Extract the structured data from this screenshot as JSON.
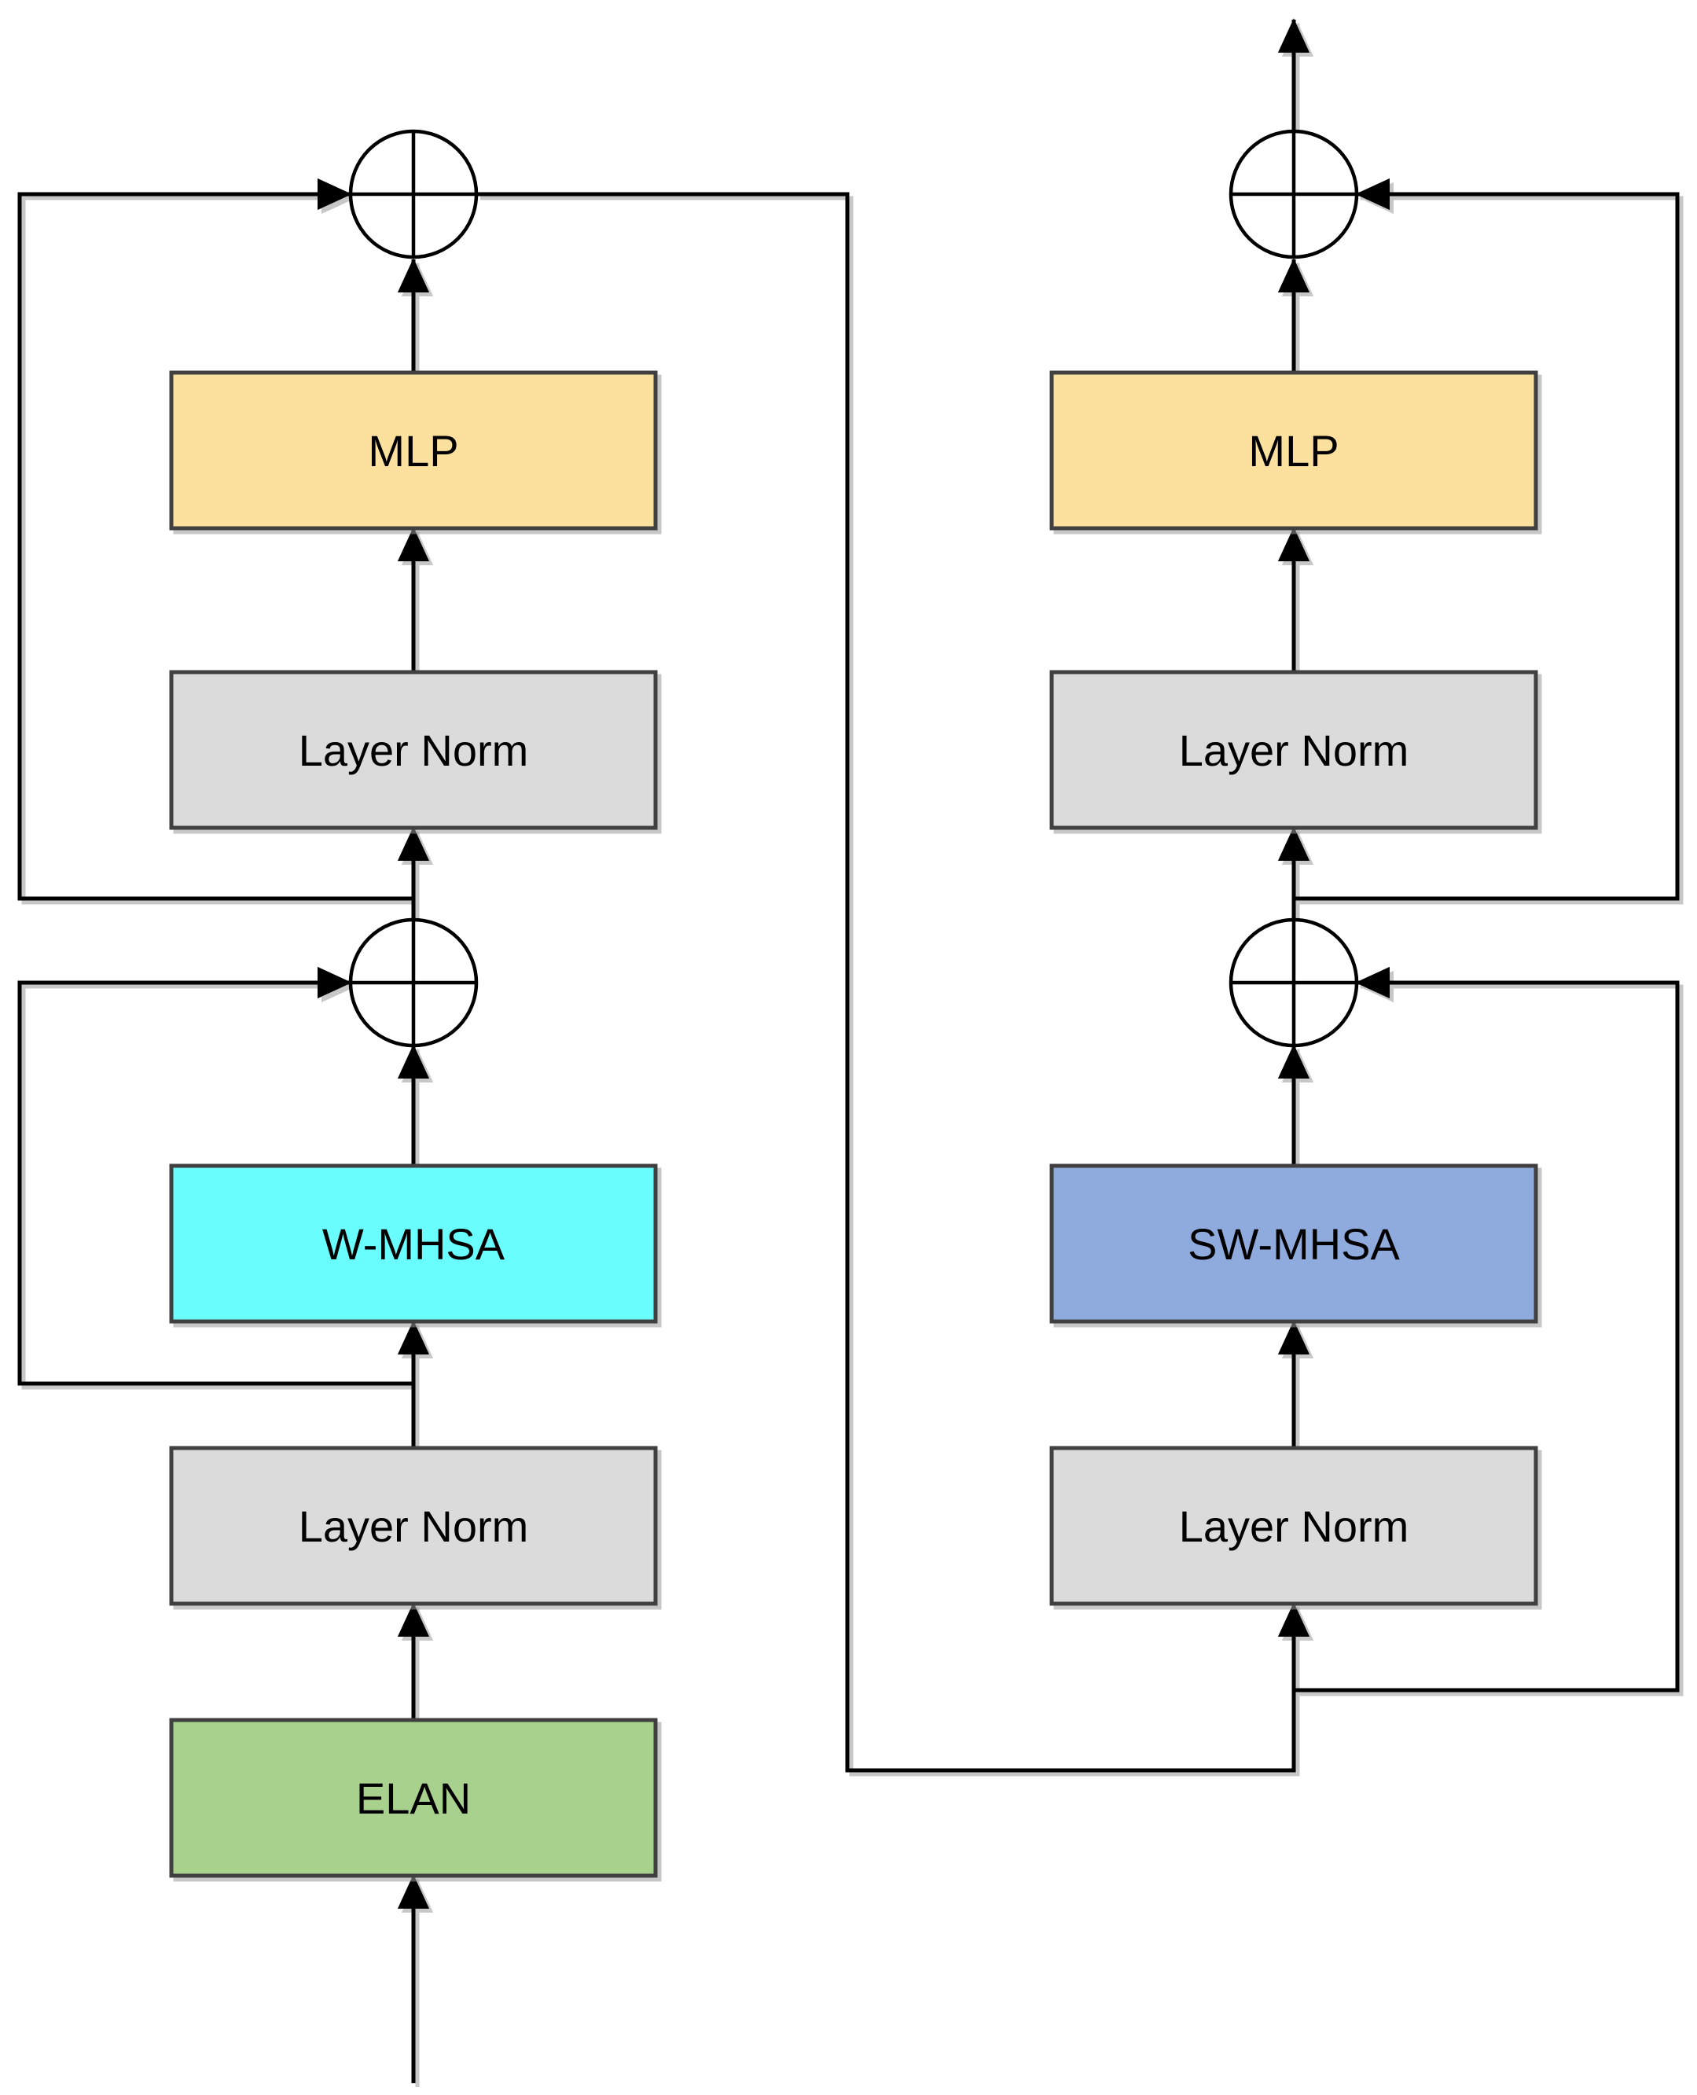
{
  "diagram": {
    "left_column": {
      "elan_label": "ELAN",
      "layer_norm_lower_label": "Layer Norm",
      "w_mhsa_label": "W-MHSA",
      "layer_norm_upper_label": "Layer Norm",
      "mlp_label": "MLP"
    },
    "right_column": {
      "layer_norm_lower_label": "Layer Norm",
      "sw_mhsa_label": "SW-MHSA",
      "layer_norm_upper_label": "Layer Norm",
      "mlp_label": "MLP"
    },
    "icons": {
      "add_node": "circled-plus"
    },
    "colors": {
      "mlp_fill": "#FBE09E",
      "layer_norm_fill": "#DBDBDB",
      "w_mhsa_fill": "#69FDFD",
      "sw_mhsa_fill": "#8FAADC",
      "elan_fill": "#A9D18E",
      "block_border": "#3F3F3F",
      "line": "#000000",
      "background": "#FFFFFF"
    }
  }
}
